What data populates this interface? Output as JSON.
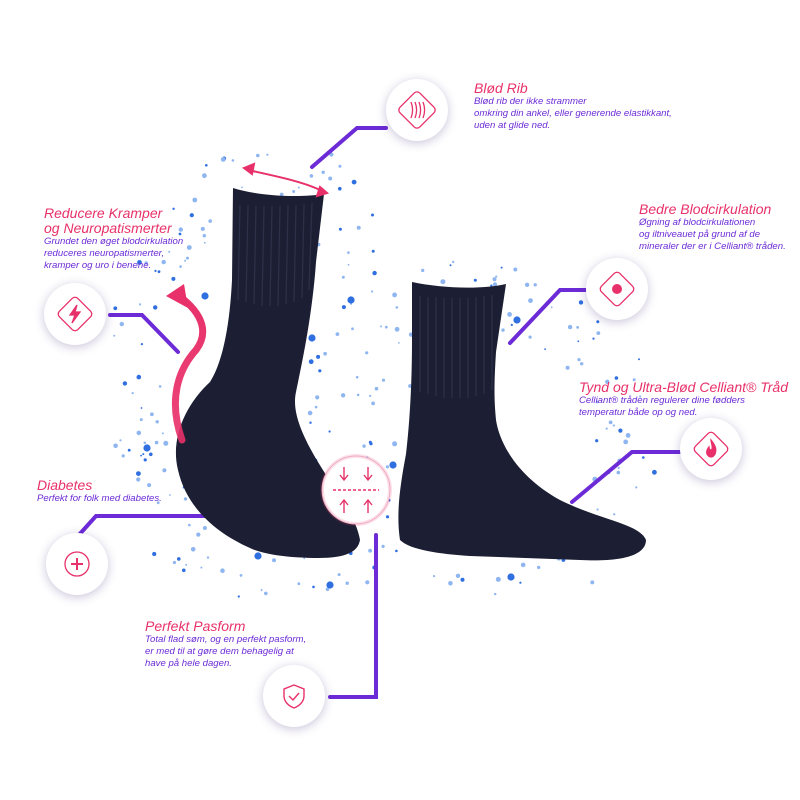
{
  "colors": {
    "accent_pink": "#e8316a",
    "accent_purple": "#6c2bd6",
    "sock": "#1c1f33"
  },
  "features": {
    "blod_rib": {
      "title": "Blød Rib",
      "desc": [
        "Blød rib der ikke strammer",
        "omkring din ankel, eller generende elastikkant,",
        "uden at glide ned."
      ],
      "icon": "soft-rib-icon"
    },
    "kramper": {
      "title": [
        "Reducere Kramper",
        "og Neuropatismerter"
      ],
      "desc": [
        "Grundet den øget blodcirkulation",
        "reduceres neuropatismerter,",
        "kramper og uro i benene."
      ],
      "icon": "lightning-icon"
    },
    "blodcirkulation": {
      "title": "Bedre Blodcirkulation",
      "desc": [
        "Øgning af blodcirkulationen",
        "og iltniveauet på grund af de",
        "mineraler der er i Celliant® tråden."
      ],
      "icon": "circulation-icon"
    },
    "celliant": {
      "title": "Tynd og Ultra-Blød Celliant® Tråd",
      "desc": [
        "Celliant® tråden regulerer dine fødders",
        "temperatur både op og ned."
      ],
      "icon": "flame-icon"
    },
    "diabetes": {
      "title": "Diabetes",
      "desc": [
        "Perfekt for folk med diabetes."
      ],
      "icon": "medical-plus-icon"
    },
    "pasform": {
      "title": "Perfekt Pasform",
      "desc": [
        "Total flad søm, og en perfekt pasform,",
        "er med til at gøre dem behagelig at",
        "have på hele dagen."
      ],
      "icon": "shield-check-icon"
    }
  },
  "seam_icon": "flat-seam-icon"
}
